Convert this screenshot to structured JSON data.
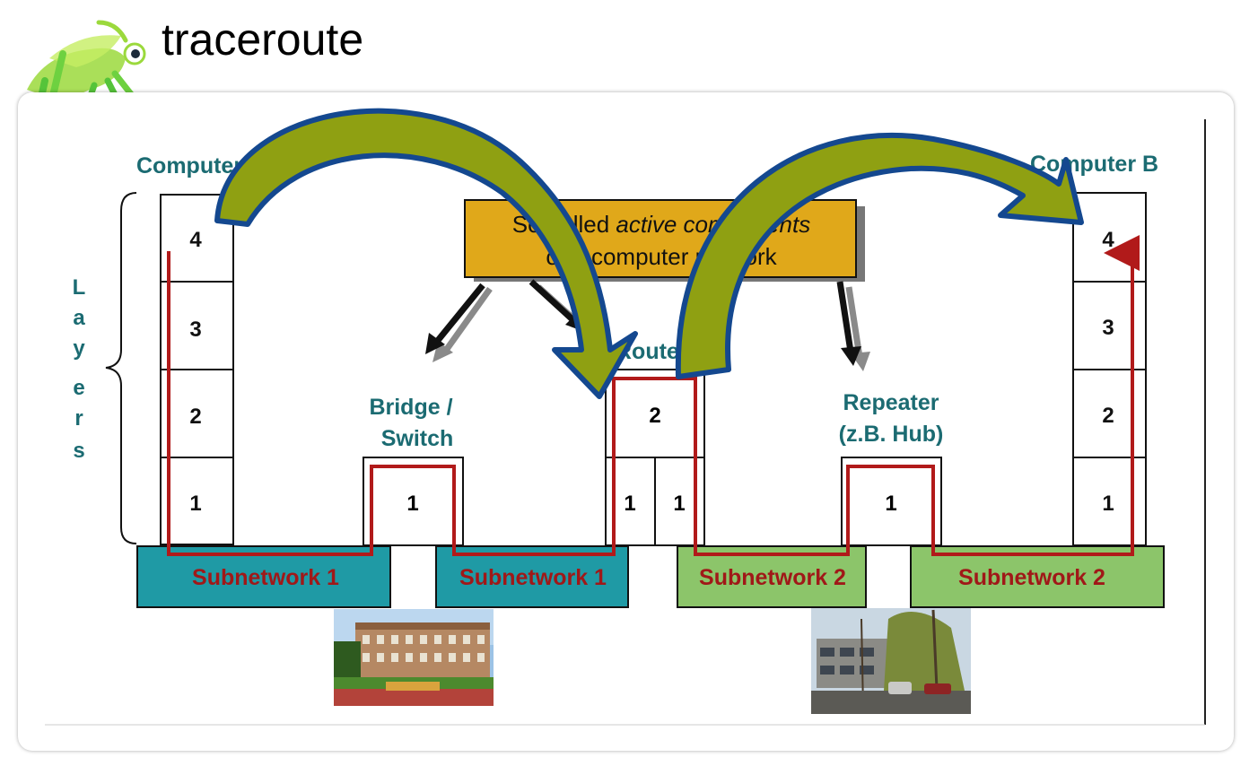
{
  "title": "traceroute",
  "colors": {
    "teal_text": "#1b6b72",
    "subnet1_fill": "#1f9aa5",
    "subnet2_fill": "#8cc56a",
    "path_red": "#b11a1a",
    "label_red": "#a01818",
    "callout_fill": "#e0a81a",
    "arrow_fill": "#8fa012",
    "arrow_stroke": "#14488f"
  },
  "logo": {
    "icon": "grasshopper-icon"
  },
  "diagram": {
    "computer_a": {
      "label": "Computer A",
      "layers": [
        "4",
        "3",
        "2",
        "1"
      ]
    },
    "computer_b": {
      "label": "Computer B",
      "layers": [
        "4",
        "3",
        "2",
        "1"
      ]
    },
    "layers_label": "Layers",
    "layers_letters": [
      "L",
      "a",
      "y",
      "e",
      "r",
      "s"
    ],
    "bridge": {
      "label_line1": "Bridge /",
      "label_line2": "Switch",
      "layer": "1"
    },
    "router": {
      "label": "Router",
      "top_layer": "2",
      "bottom_left": "1",
      "bottom_right": "1"
    },
    "repeater": {
      "label_line1": "Repeater",
      "label_line2": "(z.B. Hub)",
      "layer": "1"
    },
    "callout": {
      "line1_prefix": "So-called ",
      "line1_italic": "active components",
      "line2": "of a computer network"
    },
    "subnets": [
      "Subnetwork 1",
      "Subnetwork 1",
      "Subnetwork 2",
      "Subnetwork 2"
    ],
    "photos": [
      "building-photo-left",
      "building-photo-right"
    ]
  }
}
